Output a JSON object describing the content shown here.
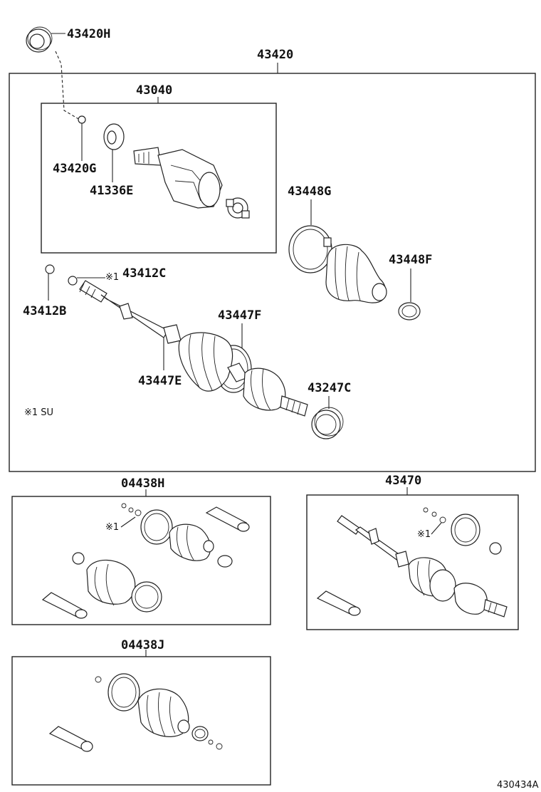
{
  "labels": {
    "p43420H": "43420H",
    "p43420": "43420",
    "p43040": "43040",
    "p43420G": "43420G",
    "p41336E": "41336E",
    "p43448G": "43448G",
    "p43448F": "43448F",
    "p43412C": "43412C",
    "p43412B": "43412B",
    "p43447F": "43447F",
    "p43447E": "43447E",
    "p43247C": "43247C",
    "p04438H": "04438H",
    "p43470": "43470",
    "p04438J": "04438J"
  },
  "notes": {
    "ref1_a": "※1",
    "ref1_b": "※1",
    "ref1_c": "※1",
    "footnote": "※1 SU"
  },
  "drawing_number": "430434A"
}
